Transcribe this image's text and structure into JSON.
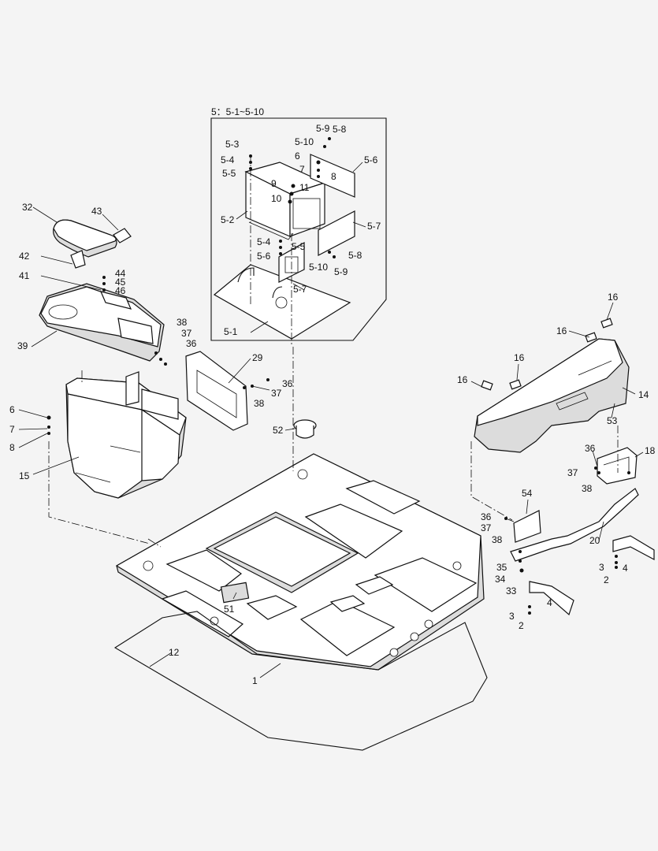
{
  "title": "5：5-1~5-10",
  "labels": [
    {
      "id": "1",
      "text": "1"
    },
    {
      "id": "2a",
      "text": "2"
    },
    {
      "id": "2b",
      "text": "2"
    },
    {
      "id": "3a",
      "text": "3"
    },
    {
      "id": "3b",
      "text": "3"
    },
    {
      "id": "4a",
      "text": "4"
    },
    {
      "id": "4b",
      "text": "4"
    },
    {
      "id": "6",
      "text": "6"
    },
    {
      "id": "7",
      "text": "7"
    },
    {
      "id": "8",
      "text": "8"
    },
    {
      "id": "12",
      "text": "12"
    },
    {
      "id": "14",
      "text": "14"
    },
    {
      "id": "15",
      "text": "15"
    },
    {
      "id": "16a",
      "text": "16"
    },
    {
      "id": "16b",
      "text": "16"
    },
    {
      "id": "16c",
      "text": "16"
    },
    {
      "id": "16d",
      "text": "16"
    },
    {
      "id": "18",
      "text": "18"
    },
    {
      "id": "20",
      "text": "20"
    },
    {
      "id": "29",
      "text": "29"
    },
    {
      "id": "32",
      "text": "32"
    },
    {
      "id": "33",
      "text": "33"
    },
    {
      "id": "34",
      "text": "34"
    },
    {
      "id": "35",
      "text": "35"
    },
    {
      "id": "36a",
      "text": "36"
    },
    {
      "id": "36b",
      "text": "36"
    },
    {
      "id": "36c",
      "text": "36"
    },
    {
      "id": "36d",
      "text": "36"
    },
    {
      "id": "37a",
      "text": "37"
    },
    {
      "id": "37b",
      "text": "37"
    },
    {
      "id": "37c",
      "text": "37"
    },
    {
      "id": "37d",
      "text": "37"
    },
    {
      "id": "38a",
      "text": "38"
    },
    {
      "id": "38b",
      "text": "38"
    },
    {
      "id": "38c",
      "text": "38"
    },
    {
      "id": "38d",
      "text": "38"
    },
    {
      "id": "39",
      "text": "39"
    },
    {
      "id": "41",
      "text": "41"
    },
    {
      "id": "42",
      "text": "42"
    },
    {
      "id": "43",
      "text": "43"
    },
    {
      "id": "44",
      "text": "44"
    },
    {
      "id": "45",
      "text": "45"
    },
    {
      "id": "46",
      "text": "46"
    },
    {
      "id": "51",
      "text": "51"
    },
    {
      "id": "52",
      "text": "52"
    },
    {
      "id": "53",
      "text": "53"
    },
    {
      "id": "54",
      "text": "54"
    },
    {
      "id": "i6",
      "text": "6"
    },
    {
      "id": "i7",
      "text": "7"
    },
    {
      "id": "i8",
      "text": "8"
    },
    {
      "id": "i9",
      "text": "9"
    },
    {
      "id": "i10",
      "text": "10"
    },
    {
      "id": "i11",
      "text": "11"
    },
    {
      "id": "5-1",
      "text": "5-1"
    },
    {
      "id": "5-2",
      "text": "5-2"
    },
    {
      "id": "5-3",
      "text": "5-3"
    },
    {
      "id": "5-4a",
      "text": "5-4"
    },
    {
      "id": "5-4b",
      "text": "5-4"
    },
    {
      "id": "5-5a",
      "text": "5-5"
    },
    {
      "id": "5-5b",
      "text": "5-5"
    },
    {
      "id": "5-6a",
      "text": "5-6"
    },
    {
      "id": "5-6b",
      "text": "5-6"
    },
    {
      "id": "5-7a",
      "text": "5-7"
    },
    {
      "id": "5-7b",
      "text": "5-7"
    },
    {
      "id": "5-8a",
      "text": "5-8"
    },
    {
      "id": "5-8b",
      "text": "5-8"
    },
    {
      "id": "5-9a",
      "text": "5-9"
    },
    {
      "id": "5-9b",
      "text": "5-9"
    },
    {
      "id": "5-10a",
      "text": "5-10"
    },
    {
      "id": "5-10b",
      "text": "5-10"
    }
  ]
}
